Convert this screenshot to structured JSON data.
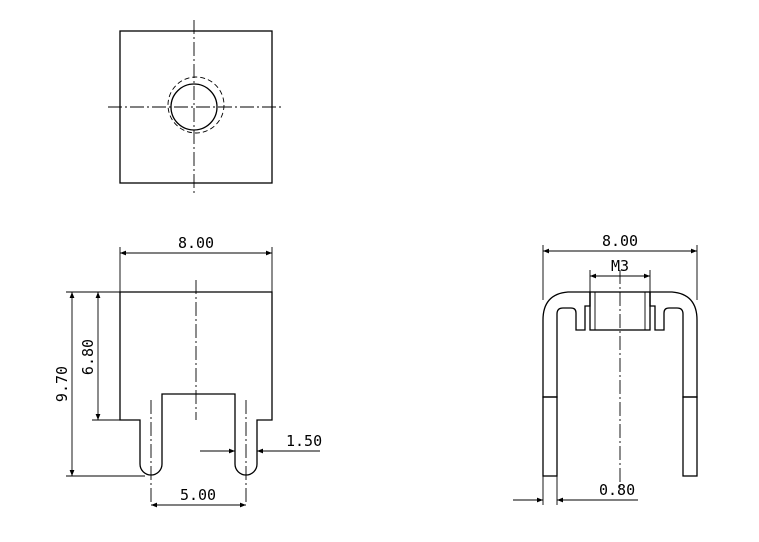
{
  "dimensions": {
    "top_width": "8.00",
    "side_height_total": "9.70",
    "side_height_body": "6.80",
    "leg_width": "1.50",
    "leg_spacing": "5.00",
    "section_width": "8.00",
    "thread": "M3",
    "wall_thickness": "0.80"
  }
}
